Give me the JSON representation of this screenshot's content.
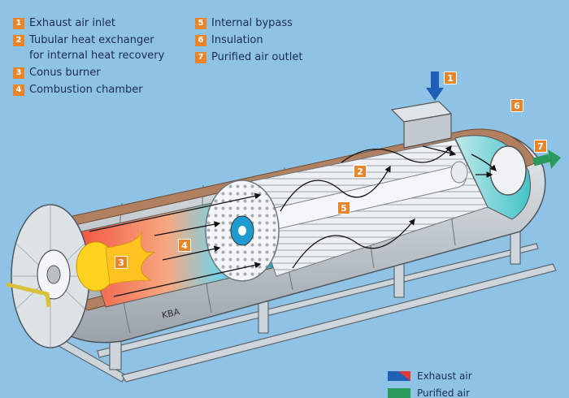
{
  "legend": [
    {
      "num": "1",
      "label": "Exhaust air inlet"
    },
    {
      "num": "2",
      "label": "Tubular heat exchanger"
    },
    {
      "num": "",
      "label": "for internal heat recovery"
    },
    {
      "num": "3",
      "label": "Conus burner"
    },
    {
      "num": "4",
      "label": "Combustion chamber"
    },
    {
      "num": "5",
      "label": "Internal bypass"
    },
    {
      "num": "6",
      "label": "Insulation"
    },
    {
      "num": "7",
      "label": "Purified air outlet"
    }
  ],
  "callouts": [
    "1",
    "2",
    "3",
    "4",
    "5",
    "6",
    "7"
  ],
  "logo": "KBA",
  "key": {
    "exhaust": "Exhaust air",
    "purified": "Purified air"
  },
  "colors": {
    "background": "#8fc3e6",
    "badge": "#e8842a",
    "exhaust_blue": "#1f5fb8",
    "purified_green": "#2a9a5a",
    "hot_red": "#f26a4a",
    "cool_cyan": "#3fc0d8"
  }
}
